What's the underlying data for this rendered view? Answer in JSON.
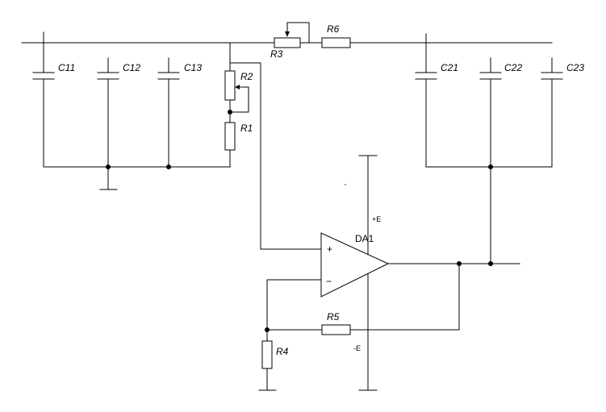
{
  "diagram": {
    "capacitors": {
      "c11": "C11",
      "c12": "C12",
      "c13": "C13",
      "c21": "C21",
      "c22": "C22",
      "c23": "C23"
    },
    "resistors": {
      "r1": "R1",
      "r2": "R2",
      "r3": "R3",
      "r4": "R4",
      "r5": "R5",
      "r6": "R6"
    },
    "opamp": {
      "name": "DA1",
      "plus": "+",
      "minus": "−",
      "supply_pos": "+E",
      "supply_neg": "-E"
    }
  }
}
